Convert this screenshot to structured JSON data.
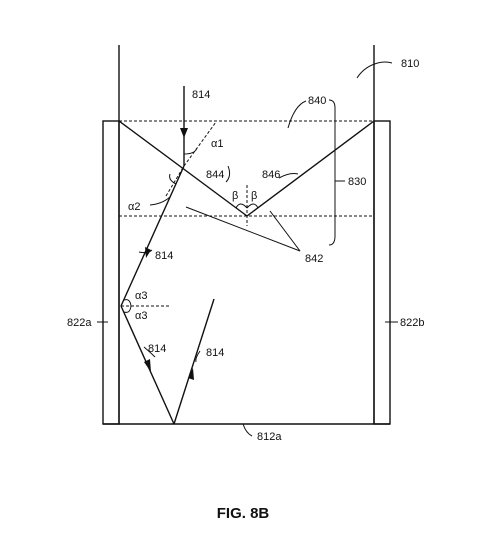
{
  "diagram": {
    "caption": "FIG. 8B",
    "labels": {
      "l810": "810",
      "l814_top": "814",
      "l840": "840",
      "alpha1": "α1",
      "l844": "844",
      "l846": "846",
      "l830": "830",
      "beta_left": "β",
      "beta_right": "β",
      "alpha2": "α2",
      "l814_mid": "814",
      "l842": "842",
      "alpha3_upper": "α3",
      "alpha3_lower": "α3",
      "l822a": "822a",
      "l822b": "822b",
      "l814_low_left": "814",
      "l814_low_right": "814",
      "l812a": "812a"
    }
  }
}
